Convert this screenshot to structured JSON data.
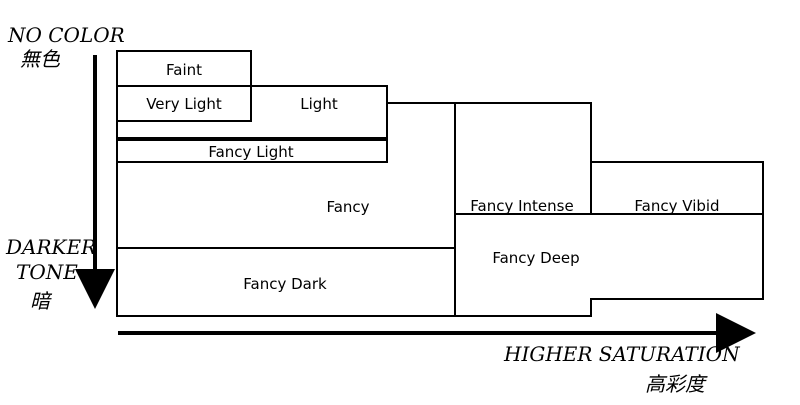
{
  "axis": {
    "y_top_en": "NO COLOR",
    "y_top_jp": "無色",
    "y_bottom_en_1": "DARKER",
    "y_bottom_en_2": "TONE",
    "y_bottom_jp": "暗",
    "x_en": "HIGHER SATURATION",
    "x_jp": "高彩度"
  },
  "grades": {
    "faint": "Faint",
    "very_light": "Very Light",
    "light": "Light",
    "fancy_light": "Fancy Light",
    "fancy": "Fancy",
    "fancy_intense": "Fancy Intense",
    "fancy_vibid": "Fancy Vibid",
    "fancy_deep": "Fancy Deep",
    "fancy_dark": "Fancy Dark"
  }
}
